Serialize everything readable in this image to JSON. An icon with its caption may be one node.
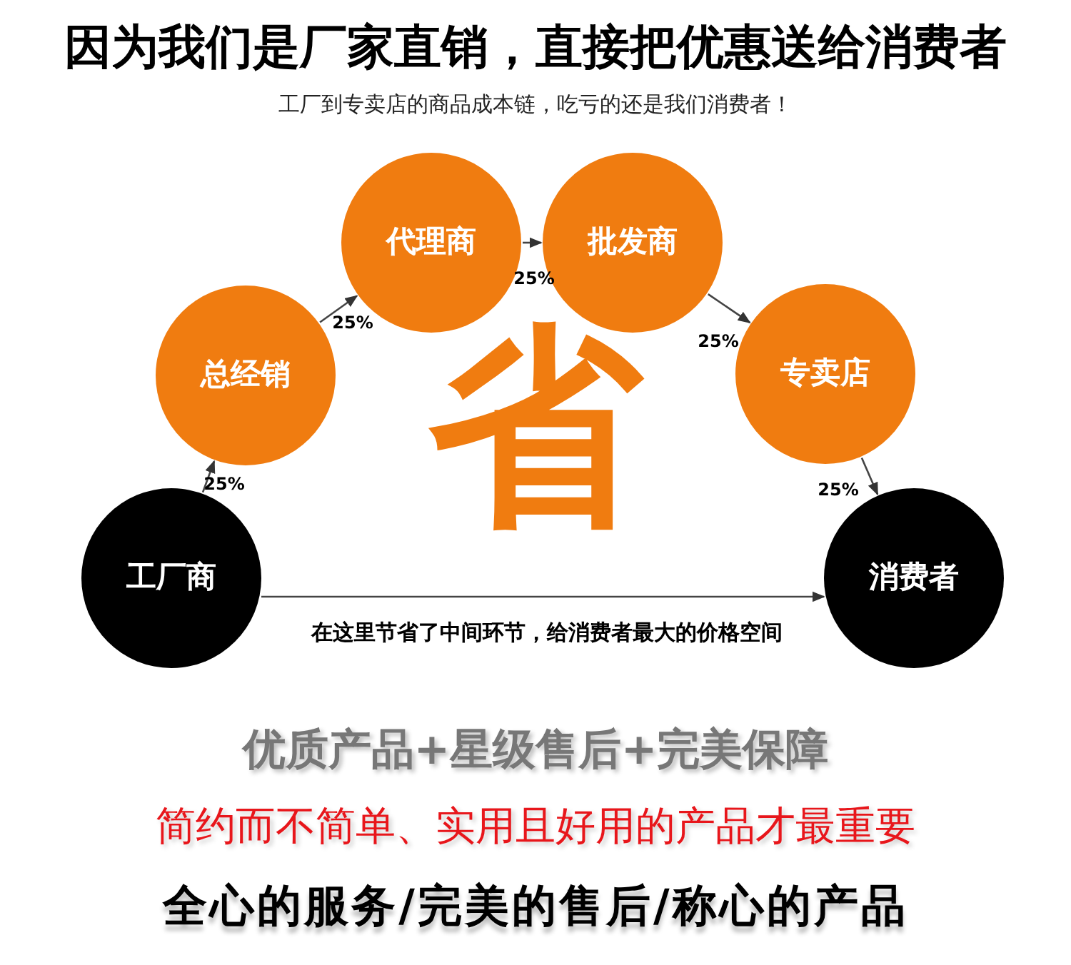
{
  "diagram": {
    "title": "因为我们是厂家直销，直接把优惠送给消费者",
    "nodes": [
      {
        "text": [
          "工厂商"
        ]
      },
      {
        "text": [
          "总经销"
        ]
      },
      {
        "text": [
          "代理商"
        ]
      },
      {
        "text": [
          "批发商"
        ]
      },
      {
        "text": [
          "专卖店"
        ]
      },
      {
        "text": [
          "消费者"
        ]
      }
    ],
    "edges": [
      {
        "from": 0,
        "to": 1,
        "arrow": "to",
        "label": "25%"
      },
      {
        "from": 1,
        "to": 2,
        "arrow": "to",
        "label": "25%"
      },
      {
        "from": 2,
        "to": 3,
        "arrow": "to",
        "label": "25%"
      },
      {
        "from": 3,
        "to": 4,
        "arrow": "to",
        "label": "25%"
      },
      {
        "from": 4,
        "to": 5,
        "arrow": "to",
        "label": "25%"
      },
      {
        "from": 0,
        "to": 5,
        "arrow": "to",
        "label": "在这里节省了中间环节，给消费者最大的价格空间"
      }
    ],
    "labels": [
      "工厂到专卖店的商品成本链，吃亏的还是我们消费者！",
      "省",
      "优质产品+星级售后+完美保障",
      "简约而不简单、实用且好用的产品才最重要",
      "全心的服务/完美的售后/称心的产品"
    ]
  }
}
